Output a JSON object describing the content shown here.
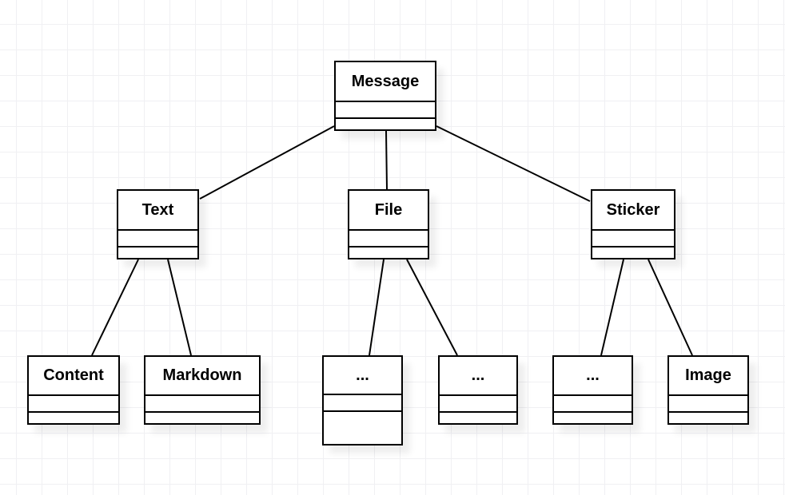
{
  "diagram": {
    "type": "uml-class-hierarchy",
    "colors": {
      "stroke": "#000000",
      "fill": "#ffffff",
      "grid": "#f0f0f3",
      "background": "#ffffff",
      "shadow": "rgba(0,0,0,0.07)"
    },
    "nodes": [
      {
        "id": "message",
        "label": "Message"
      },
      {
        "id": "text",
        "label": "Text"
      },
      {
        "id": "file",
        "label": "File"
      },
      {
        "id": "sticker",
        "label": "Sticker"
      },
      {
        "id": "content",
        "label": "Content"
      },
      {
        "id": "markdown",
        "label": "Markdown"
      },
      {
        "id": "file-child-1",
        "label": "..."
      },
      {
        "id": "file-child-2",
        "label": "..."
      },
      {
        "id": "sticker-child-1",
        "label": "..."
      },
      {
        "id": "image",
        "label": "Image"
      }
    ],
    "edges": [
      {
        "from": "message",
        "to": "text"
      },
      {
        "from": "message",
        "to": "file"
      },
      {
        "from": "message",
        "to": "sticker"
      },
      {
        "from": "text",
        "to": "content"
      },
      {
        "from": "text",
        "to": "markdown"
      },
      {
        "from": "file",
        "to": "file-child-1"
      },
      {
        "from": "file",
        "to": "file-child-2"
      },
      {
        "from": "sticker",
        "to": "sticker-child-1"
      },
      {
        "from": "sticker",
        "to": "image"
      }
    ]
  }
}
